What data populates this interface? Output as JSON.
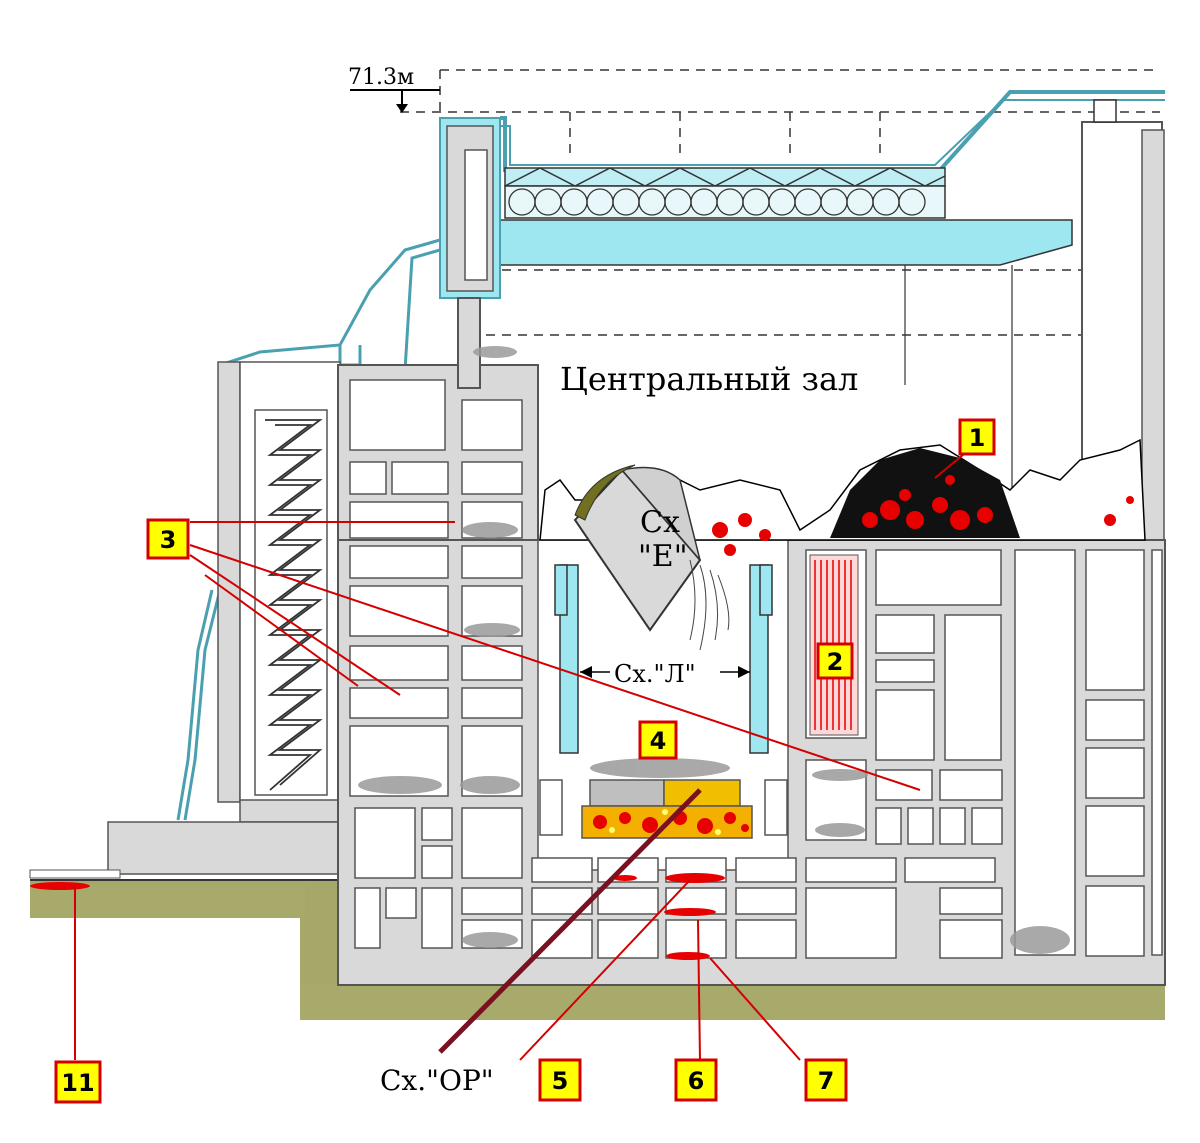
{
  "diagram": {
    "elevation_label": "71.3м",
    "central_hall_label": "Центральный зал",
    "scheme_e_line1": "Сх",
    "scheme_e_line2": "\"Е\"",
    "scheme_l_label": "Сх.\"Л\"",
    "scheme_or_label": "Сх.\"ОР\"",
    "markers": [
      "1",
      "2",
      "3",
      "4",
      "5",
      "6",
      "7",
      "11"
    ],
    "colors": {
      "concrete": "#d9d9d9",
      "structure_outline": "#555555",
      "steel_cyan": "#9ee6f0",
      "ground": "#a6a86a",
      "lava": "#e60000",
      "badge_fill": "#ffff00",
      "badge_border": "#d40000",
      "or_line": "#7a1020"
    }
  }
}
